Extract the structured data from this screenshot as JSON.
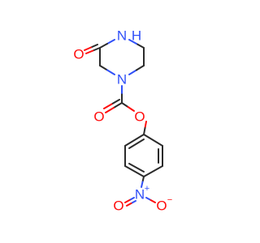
{
  "molecule": {
    "atom_labels": {
      "nh": "N",
      "h": "H",
      "o_ketone": "O",
      "n_ring": "N",
      "o_carbonyl": "O",
      "o_ester": "O",
      "n_nitro": "N",
      "n_plus": "+",
      "o_nitro_left": "O",
      "o_nitro_right": "O",
      "o_minus": "−"
    },
    "colors": {
      "carbon_bond": "#2b2b2b",
      "nitrogen": "#3050f8",
      "oxygen": "#ff0d0d"
    }
  }
}
